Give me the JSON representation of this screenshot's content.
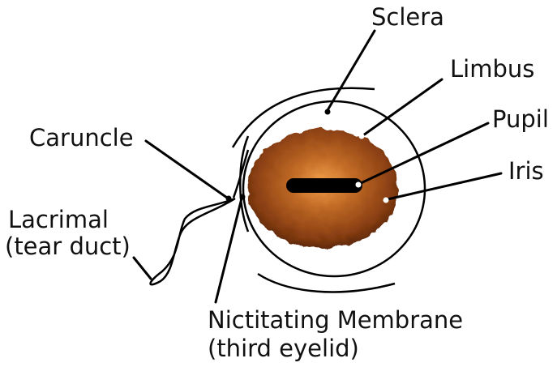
{
  "labels": {
    "sclera": "Sclera",
    "limbus": "Limbus",
    "pupil": "Pupil",
    "iris": "Iris",
    "caruncle": "Caruncle",
    "lacrimal_line1": "Lacrimal",
    "lacrimal_line2": "(tear duct)",
    "nictitating_line1": "Nictitating Membrane",
    "nictitating_line2": "(third eyelid)"
  },
  "colors": {
    "iris_center": "#f2a04a",
    "iris_mid": "#b75f1d",
    "iris_edge": "#4a1e0a",
    "pupil": "#000000",
    "outline": "#000000",
    "text": "#111111"
  }
}
